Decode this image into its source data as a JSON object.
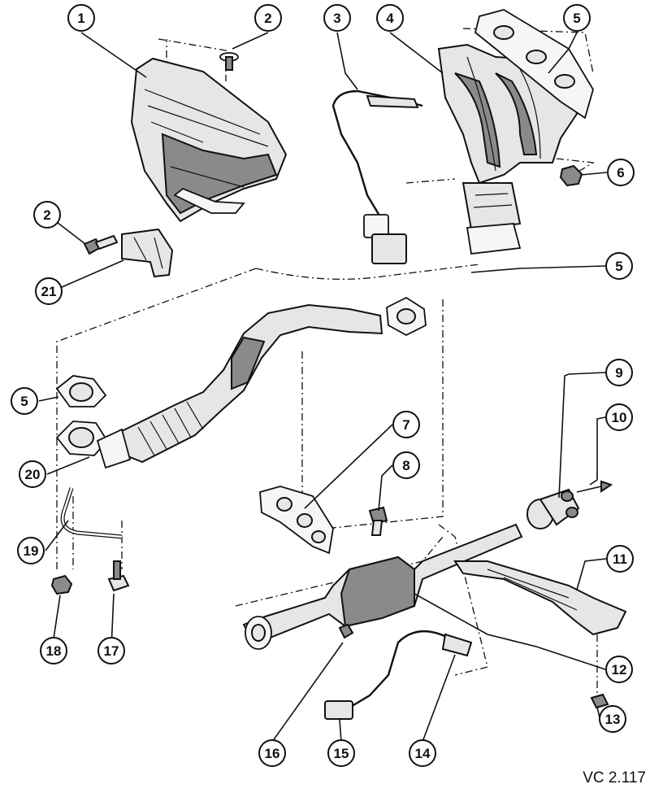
{
  "figure": {
    "reference_code": "VC 2.117"
  },
  "callouts": [
    {
      "id": "c1",
      "label": "1"
    },
    {
      "id": "c2a",
      "label": "2"
    },
    {
      "id": "c3",
      "label": "3"
    },
    {
      "id": "c4",
      "label": "4"
    },
    {
      "id": "c5a",
      "label": "5"
    },
    {
      "id": "c2b",
      "label": "2"
    },
    {
      "id": "c6",
      "label": "6"
    },
    {
      "id": "c21",
      "label": "21"
    },
    {
      "id": "c5b",
      "label": "5"
    },
    {
      "id": "c5c",
      "label": "5"
    },
    {
      "id": "c9",
      "label": "9"
    },
    {
      "id": "c10",
      "label": "10"
    },
    {
      "id": "c7",
      "label": "7"
    },
    {
      "id": "c8",
      "label": "8"
    },
    {
      "id": "c20",
      "label": "20"
    },
    {
      "id": "c19",
      "label": "19"
    },
    {
      "id": "c11",
      "label": "11"
    },
    {
      "id": "c18",
      "label": "18"
    },
    {
      "id": "c17",
      "label": "17"
    },
    {
      "id": "c12",
      "label": "12"
    },
    {
      "id": "c13",
      "label": "13"
    },
    {
      "id": "c16",
      "label": "16"
    },
    {
      "id": "c15",
      "label": "15"
    },
    {
      "id": "c14",
      "label": "14"
    }
  ]
}
